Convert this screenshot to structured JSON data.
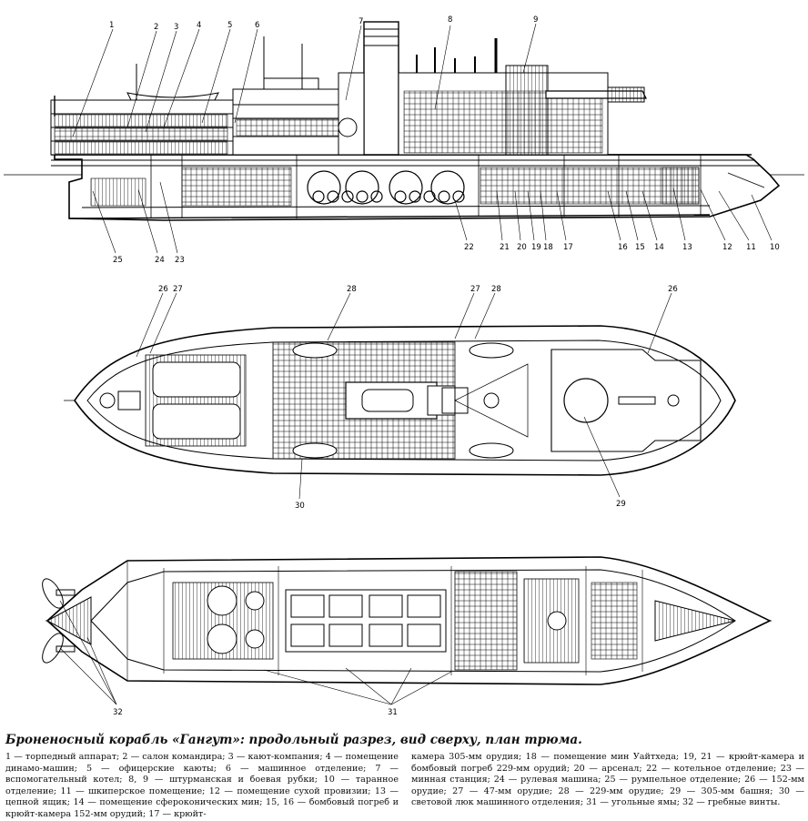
{
  "caption": {
    "title": "Броненосный корабль «Гангут»: продольный разрез, вид сверху, план трюма.",
    "legend_left": "1 — торпедный аппарат; 2 — салон командира; 3 — кают-компания; 4 — помещение динамо-машин; 5 — офицерские каюты; 6 — машинное отделение; 7 — вспомогательный котел; 8, 9 — штурманская и боевая рубки; 10 — таранное отделение; 11 — шкиперское помещение; 12 — помещение сухой провизии; 13 — цепной ящик; 14 — помещение сфероконических мин; 15, 16 — бомбовый погреб и крюйт-камера 152-мм орудий; 17 — крюйт-",
    "legend_right": "камера 305-мм орудия; 18 — помещение мин Уайтхеда; 19, 21 — крюйт-камера и бомбовый погреб 229-мм орудий; 20 — арсенал; 22 — котельное отделение; 23 — минная станция; 24 — рулевая машина; 25 — румпельное отделение; 26 — 152-мм орудие; 27 — 47-мм орудие; 28 — 229-мм орудие; 29 — 305-мм башня; 30 — световой люк машинного отделения; 31 — угольные ямы; 32 — гребные винты."
  },
  "labels": {
    "section": [
      "1",
      "2",
      "3",
      "4",
      "5",
      "6",
      "7",
      "8",
      "9",
      "10",
      "11",
      "12",
      "13",
      "14",
      "15",
      "16",
      "17",
      "18",
      "19",
      "20",
      "21",
      "22",
      "23",
      "24",
      "25"
    ],
    "plan": [
      "26",
      "27",
      "28",
      "27",
      "28",
      "26",
      "30",
      "29"
    ],
    "hold": [
      "32",
      "31"
    ]
  }
}
